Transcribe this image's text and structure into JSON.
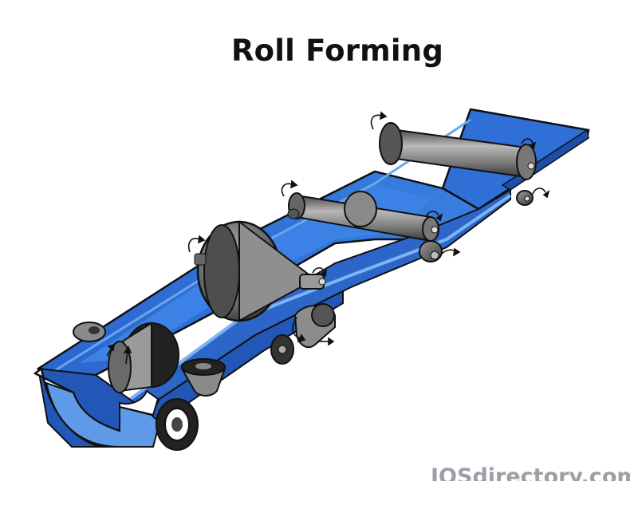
{
  "title": "Roll Forming",
  "watermark": "IQSdirectory.com",
  "colors": {
    "strip_blue": "#2f6fd6",
    "strip_dark": "#1d4fa8",
    "strip_light": "#6aa6ec",
    "roller_gray": "#7c7c7c",
    "roller_dark": "#2a2a2a",
    "outline": "#111111"
  },
  "components": [
    "flat-strip",
    "first-stand-rollers",
    "second-stand-rollers",
    "large-forming-roller",
    "side-rollers",
    "u-channel-profile"
  ],
  "icons": [
    "rotation-arrow-icon"
  ]
}
